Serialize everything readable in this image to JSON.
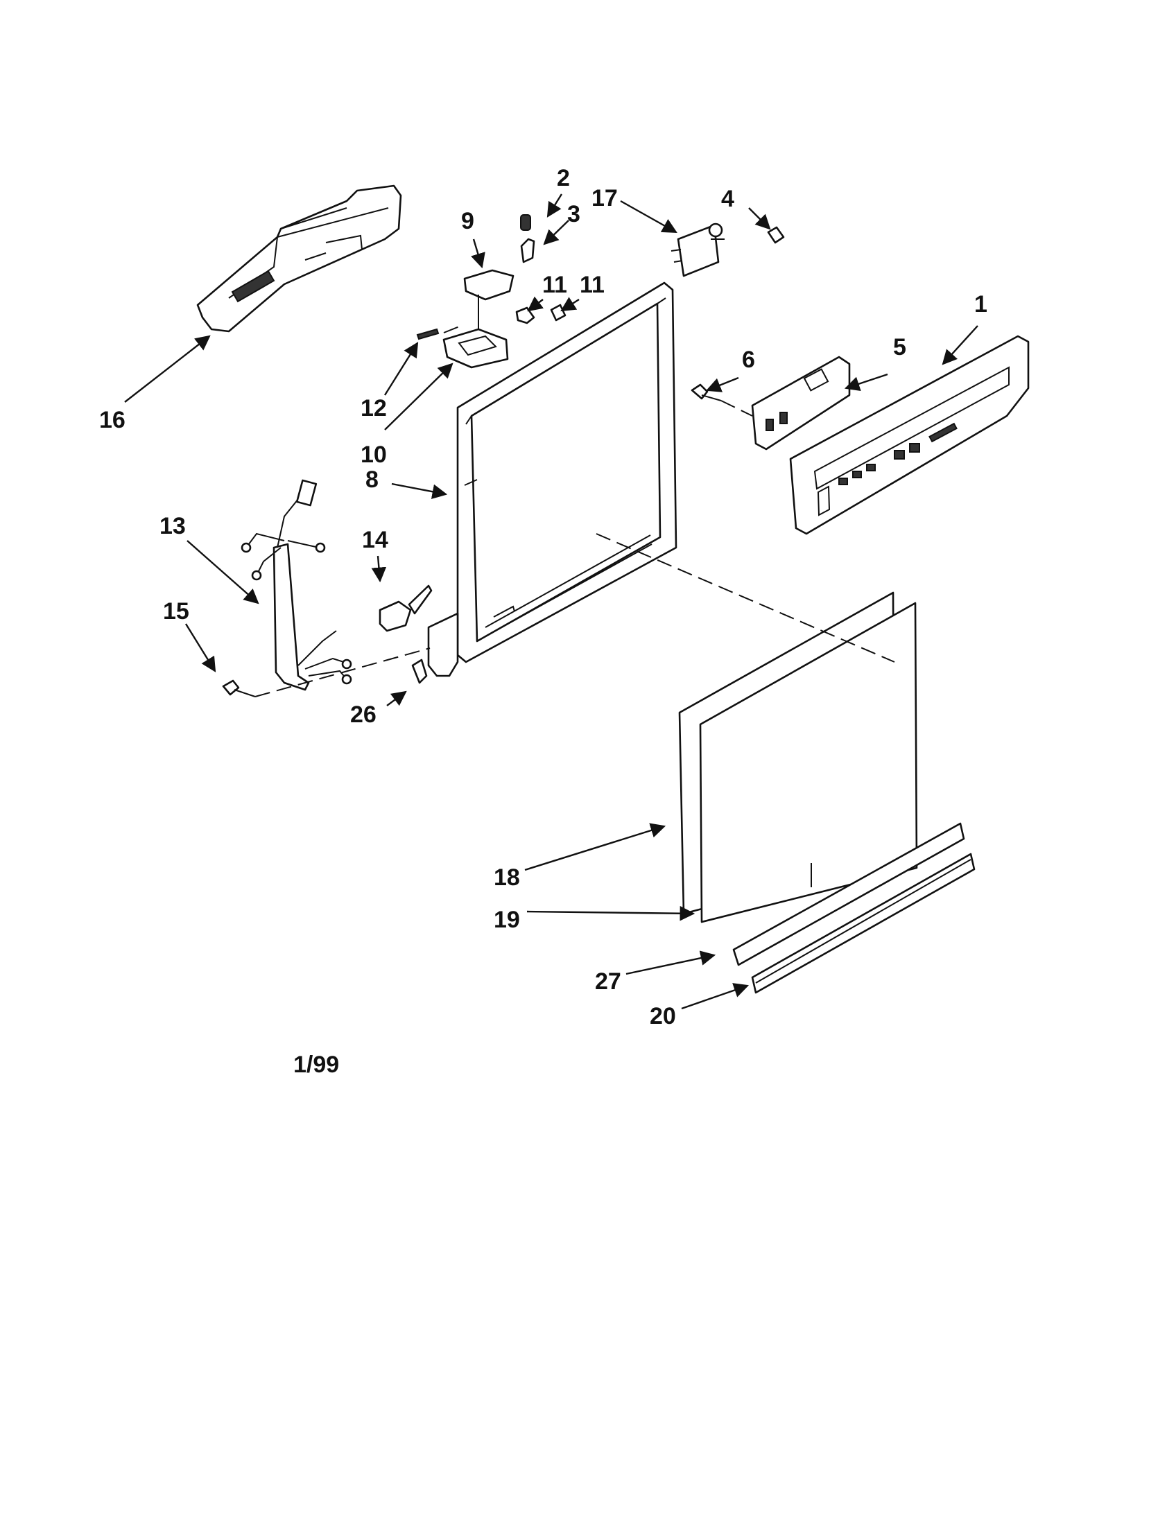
{
  "diagram": {
    "date_code": "1/99",
    "callouts": [
      {
        "id": "1",
        "text": "1"
      },
      {
        "id": "2",
        "text": "2"
      },
      {
        "id": "3",
        "text": "3"
      },
      {
        "id": "4",
        "text": "4"
      },
      {
        "id": "5",
        "text": "5"
      },
      {
        "id": "6",
        "text": "6"
      },
      {
        "id": "8",
        "text": "8"
      },
      {
        "id": "9",
        "text": "9"
      },
      {
        "id": "10",
        "text": "10"
      },
      {
        "id": "11a",
        "text": "11"
      },
      {
        "id": "11b",
        "text": "11"
      },
      {
        "id": "12",
        "text": "12"
      },
      {
        "id": "13",
        "text": "13"
      },
      {
        "id": "14",
        "text": "14"
      },
      {
        "id": "15",
        "text": "15"
      },
      {
        "id": "16",
        "text": "16"
      },
      {
        "id": "17",
        "text": "17"
      },
      {
        "id": "18",
        "text": "18"
      },
      {
        "id": "19",
        "text": "19"
      },
      {
        "id": "20",
        "text": "20"
      },
      {
        "id": "26",
        "text": "26"
      },
      {
        "id": "27",
        "text": "27"
      }
    ]
  }
}
